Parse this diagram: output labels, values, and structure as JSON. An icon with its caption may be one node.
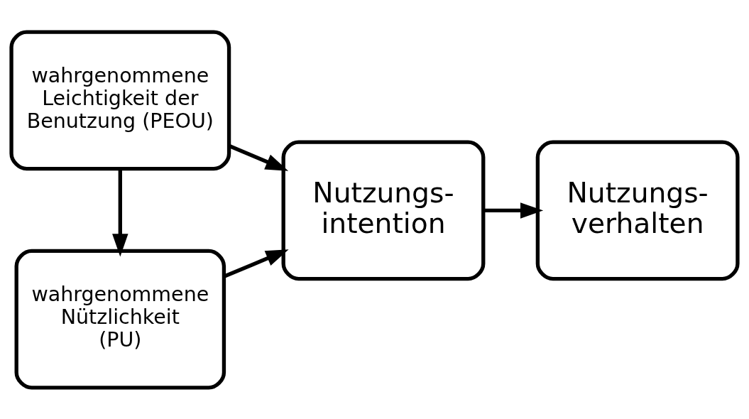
{
  "diagram": {
    "nodes": [
      {
        "text": [
          "wahrgenommene Leichtigkeit der Benutzung (PEOU)"
        ]
      },
      {
        "text": [
          "wahrgenommene Nützlichkeit (PU)"
        ]
      },
      {
        "text": [
          "Nutzungs- intention"
        ]
      },
      {
        "text": [
          "Nutzungs- verhalten"
        ]
      }
    ],
    "edges": [
      {
        "from": 0,
        "to": 1,
        "arrow": "to"
      },
      {
        "from": 0,
        "to": 2,
        "arrow": "to"
      },
      {
        "from": 1,
        "to": 2,
        "arrow": "to"
      },
      {
        "from": 2,
        "to": 3,
        "arrow": "to"
      }
    ]
  }
}
